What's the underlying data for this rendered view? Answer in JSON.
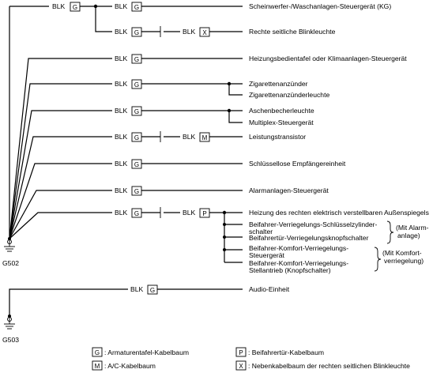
{
  "wire_color": "BLK",
  "codes": {
    "G": "G",
    "X": "X",
    "M": "M",
    "P": "P"
  },
  "grounds": {
    "g502": "G502",
    "g503": "G503"
  },
  "components": {
    "kg": "Scheinwerfer-/Waschanlagen-Steuergerät (KG)",
    "blinker": "Rechte seitliche Blinkleuchte",
    "heizung": "Heizungsbedientafel oder Klimaanlagen-Steuergerät",
    "zig1": "Zigarettenanzünder",
    "zig2": "Zigarettenanzünderleuchte",
    "asch": "Aschenbecherleuchte",
    "multiplex": "Multiplex-Steuergerät",
    "leistung": "Leistungstransistor",
    "schluessel": "Schlüssellose Empfängereinheit",
    "alarm": "Alarmanlagen-Steuergerät",
    "spiegel": "Heizung des rechten elektrisch verstellbaren Außenspiegels",
    "beif1a": "Beifahrer-Verriegelungs-Schlüsselzylinder-",
    "beif1b": "schalter",
    "beif2": "Beifahrertür-Verriegelungsknopfschalter",
    "komf1a": "Beifahrer-Komfort-Verriegelungs-",
    "komf1b": "Steuergerät",
    "komf2a": "Beifahrer-Komfort-Verriegelungs-",
    "komf2b": "Stellantrieb (Knopfschalter)",
    "audio": "Audio-Einheit"
  },
  "notes": {
    "alarm1": "(Mit Alarm-",
    "alarm2": "anlage)",
    "komf1": "(Mit Komfort-",
    "komf2": "verriegelung)"
  },
  "legend": {
    "g": ": Armaturentafel-Kabelbaum",
    "m": ": A/C-Kabelbaum",
    "p": ": Beifahrertür-Kabelbaum",
    "x": ": Nebenkabelbaum der rechten seitlichen Blinkleuchte"
  }
}
